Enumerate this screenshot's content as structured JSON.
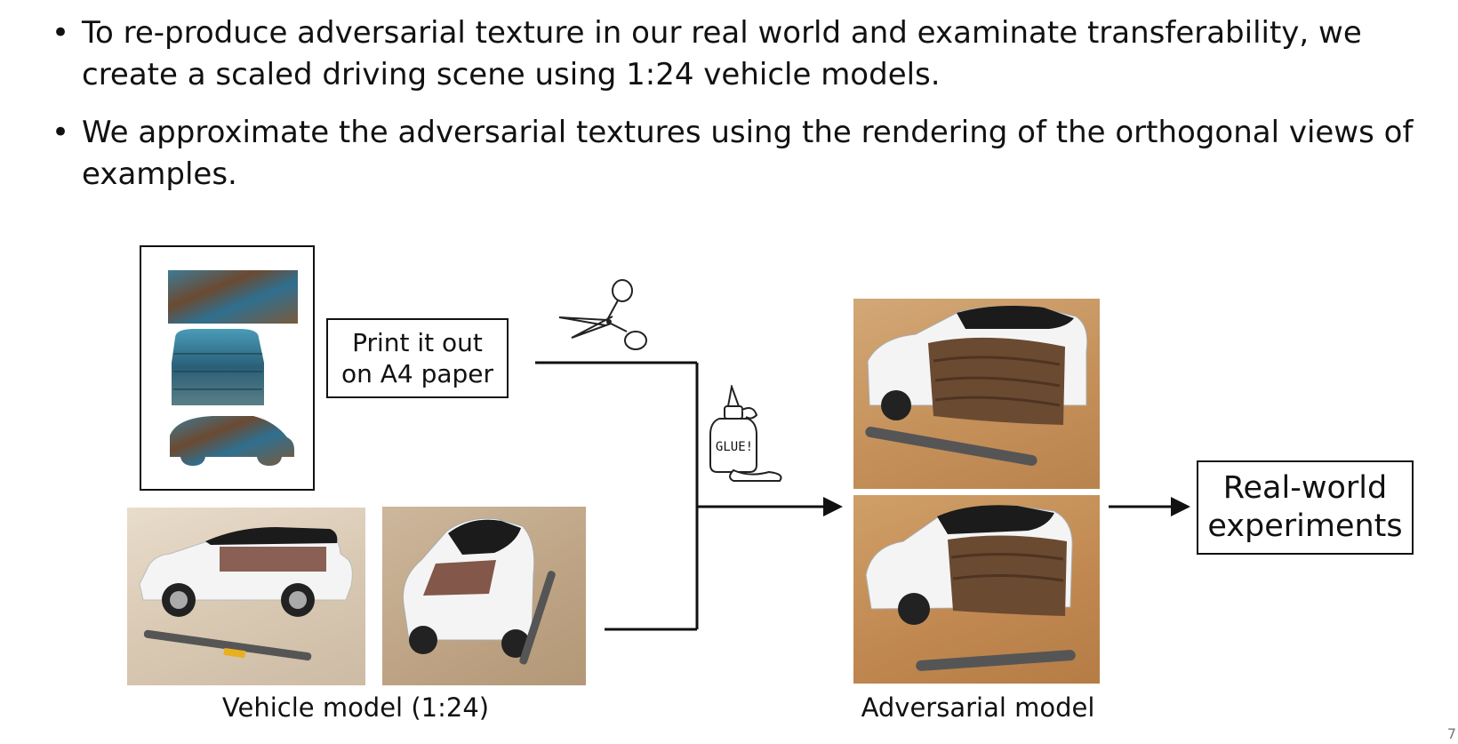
{
  "bullets": [
    "To re-produce adversarial texture in our real world and examinate transferability, we create a scaled driving scene using 1:24 vehicle models.",
    "We approximate the adversarial textures using the rendering of the orthogonal views of examples."
  ],
  "print_box": {
    "line1": "Print it out",
    "line2": "on A4 paper"
  },
  "glue_label": "GLUE!",
  "result_box": {
    "line1": "Real-world",
    "line2": "experiments"
  },
  "captions": {
    "vehicle_model": "Vehicle model (1:24)",
    "adversarial_model": "Adversarial model"
  },
  "page_number": "7",
  "colors": {
    "wood_light": "#e3d6c3",
    "wood_warm": "#c89a62",
    "texture_blue": "#2f6f8f",
    "texture_brown": "#6b4a32",
    "car_white": "#f2f2f2",
    "car_black": "#1b1b1b"
  },
  "icons": [
    "scissors-icon",
    "glue-bottle-icon",
    "arrow-right-icon"
  ]
}
